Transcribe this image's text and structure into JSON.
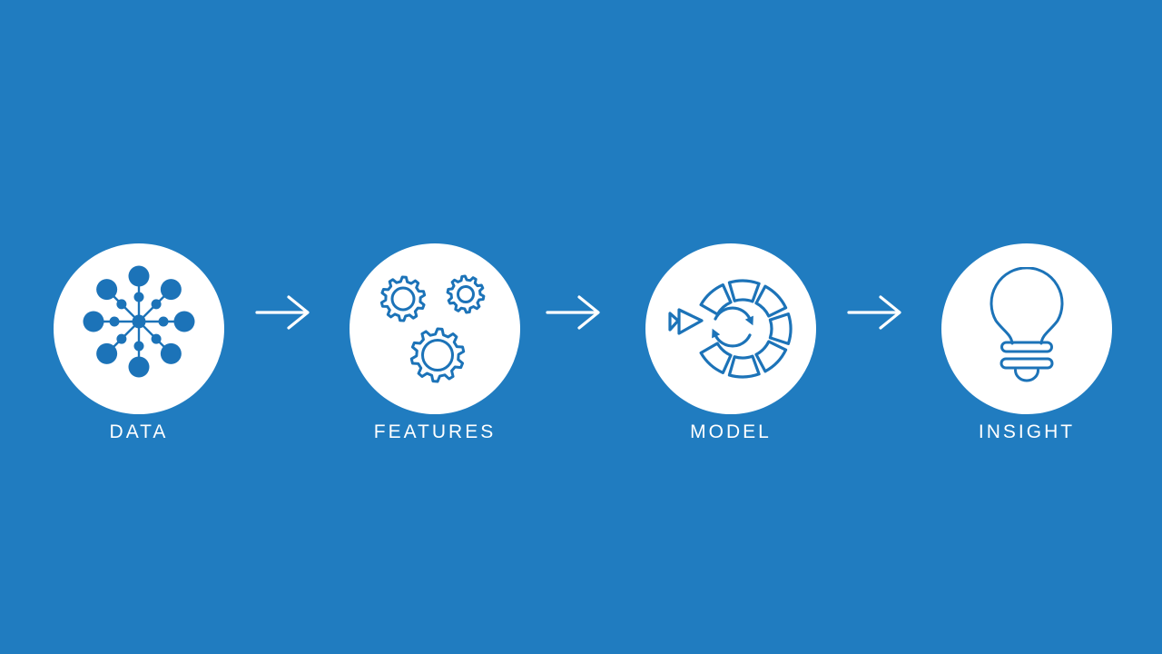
{
  "slide": {
    "background_color": "#207CC0",
    "icon_color": "#1C73B8",
    "circle_color": "#FFFFFF",
    "text_color": "#FFFFFF"
  },
  "steps": [
    {
      "label": "DATA",
      "icon": "data-network-icon"
    },
    {
      "label": "FEATURES",
      "icon": "gears-icon"
    },
    {
      "label": "MODEL",
      "icon": "model-cycle-icon"
    },
    {
      "label": "INSIGHT",
      "icon": "lightbulb-icon"
    }
  ],
  "connectors": [
    {
      "icon": "arrow-right-icon"
    },
    {
      "icon": "arrow-right-icon"
    },
    {
      "icon": "arrow-right-icon"
    }
  ]
}
